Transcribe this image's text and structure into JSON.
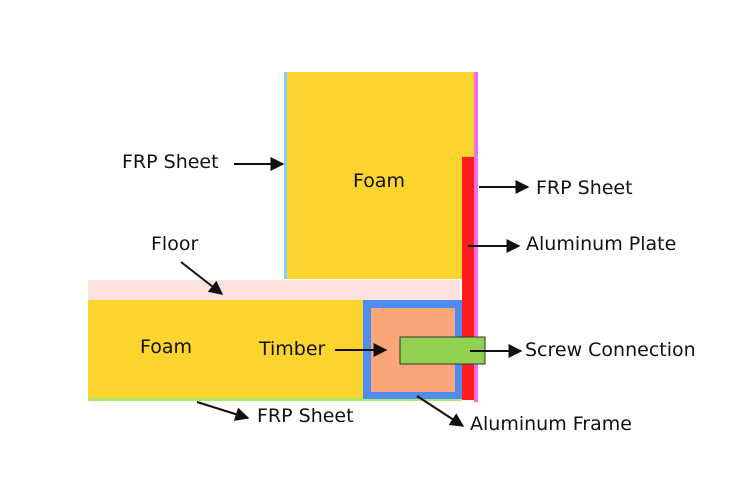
{
  "diagram": {
    "colors": {
      "foam": "#fcd42e",
      "floor": "#fde1dc",
      "frp_left": "#7fd3f7",
      "frp_right": "#f06ee8",
      "frp_bottom": "#a8e86a",
      "aluminum_plate": "#ff1d1d",
      "aluminum_frame": "#4f8cf0",
      "timber": "#f9a679",
      "screw": "#92d050",
      "arrow": "#111111"
    },
    "labels": {
      "frp_sheet_left": "FRP Sheet",
      "frp_sheet_right": "FRP Sheet",
      "frp_sheet_bottom": "FRP Sheet",
      "foam_upper": "Foam",
      "foam_lower": "Foam",
      "floor": "Floor",
      "aluminum_plate": "Aluminum Plate",
      "timber": "Timber",
      "screw_connection": "Screw Connection",
      "aluminum_frame": "Aluminum Frame"
    }
  }
}
